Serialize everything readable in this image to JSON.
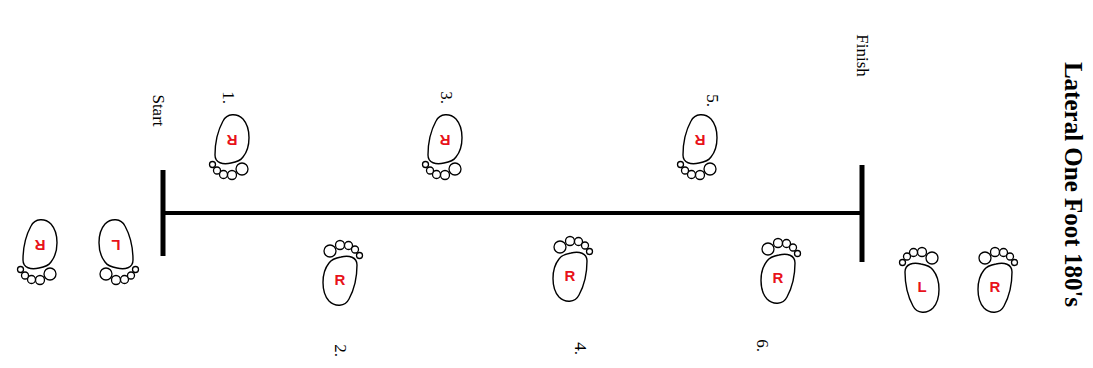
{
  "diagram": {
    "title": "Lateral One Foot 180's",
    "nodes": [
      {
        "text": [
          "R"
        ]
      },
      {
        "text": [
          "L"
        ]
      },
      {
        "text": [
          "R"
        ]
      },
      {
        "text": [
          "R"
        ]
      },
      {
        "text": [
          "R"
        ]
      },
      {
        "text": [
          "R"
        ]
      },
      {
        "text": [
          "R"
        ]
      },
      {
        "text": [
          "R"
        ]
      },
      {
        "text": [
          "L"
        ]
      },
      {
        "text": [
          "R"
        ]
      }
    ],
    "labels": [
      "Start",
      "Finish",
      "1.",
      "2.",
      "3.",
      "4.",
      "5.",
      "6."
    ]
  }
}
